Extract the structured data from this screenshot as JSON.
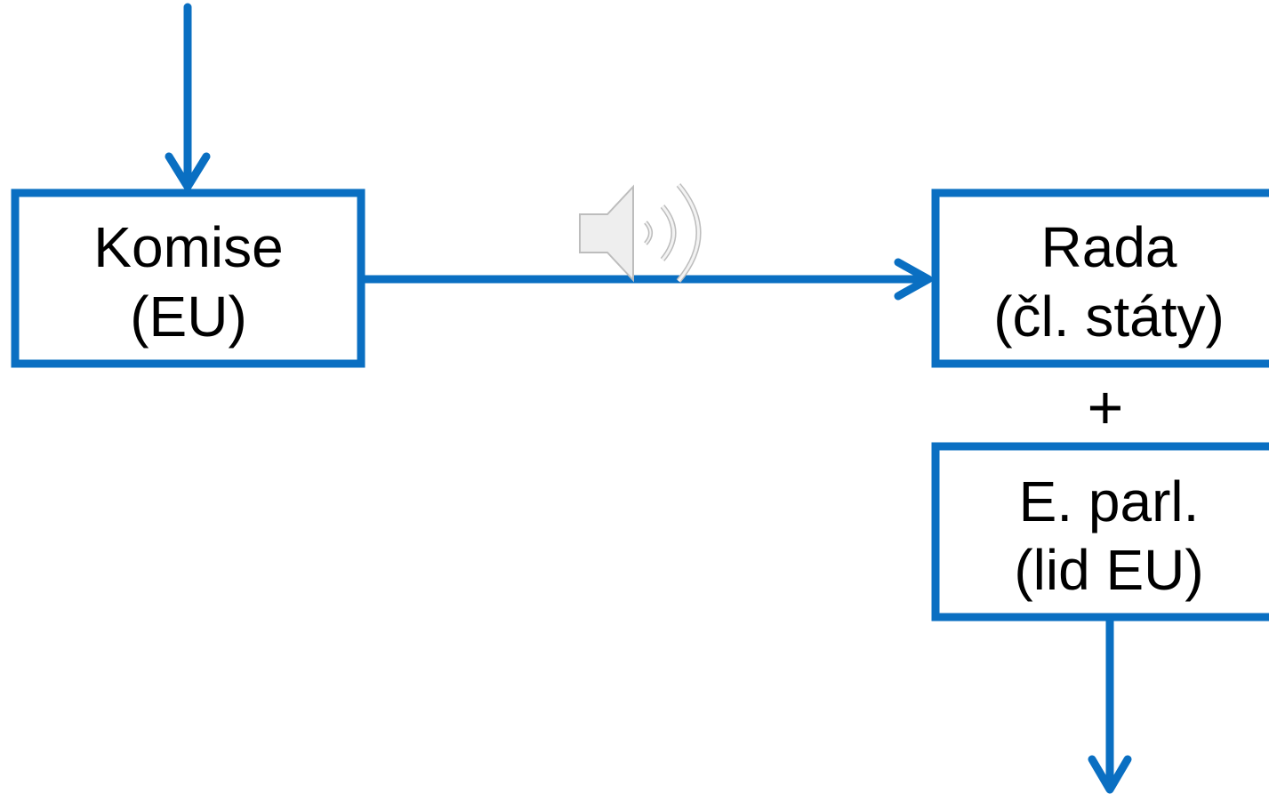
{
  "colors": {
    "accent": "#0a6fc2",
    "text": "#000000",
    "background": "#ffffff"
  },
  "nodes": {
    "komise": {
      "line1": "Komise",
      "line2": "(EU)"
    },
    "rada": {
      "line1": "Rada",
      "line2": "(čl. státy)"
    },
    "parlament": {
      "line1": "E. parl.",
      "line2": "(lid EU)"
    }
  },
  "plus_sign": "+",
  "icons": {
    "audio": "speaker-icon"
  }
}
